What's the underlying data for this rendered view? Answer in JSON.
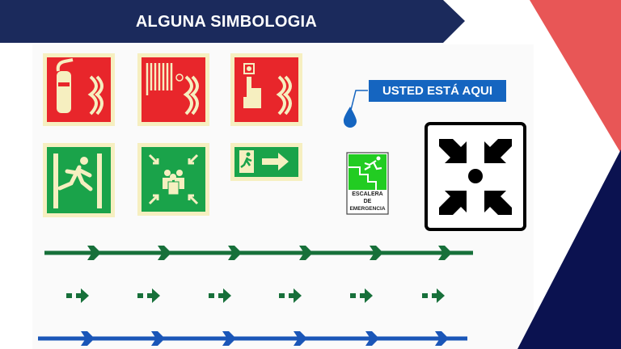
{
  "slide": {
    "title": "ALGUNA SIMBOLOGIA",
    "colors": {
      "navy": "#1b2a5c",
      "dark_navy": "#0b1250",
      "coral": "#e85656",
      "sign_red": "#e8262b",
      "sign_green": "#1aa34a",
      "glow": "#f6efc0",
      "line_green": "#17703a",
      "line_blue": "#1a56b8",
      "sign_blue": "#1565c0"
    }
  },
  "signs": {
    "you_are_here": "USTED ESTÁ AQUI",
    "stairs": {
      "line1": "ESCALERA",
      "line2": "DE",
      "line3": "EMERGENCIA"
    },
    "icons": [
      "fire-extinguisher-sign",
      "fire-hose-sign",
      "fire-alarm-button-sign",
      "emergency-exit-sign",
      "assembly-point-sign",
      "exit-right-arrow-sign",
      "emergency-stairs-sign",
      "assembly-point-black-sign",
      "location-drop-icon"
    ]
  }
}
